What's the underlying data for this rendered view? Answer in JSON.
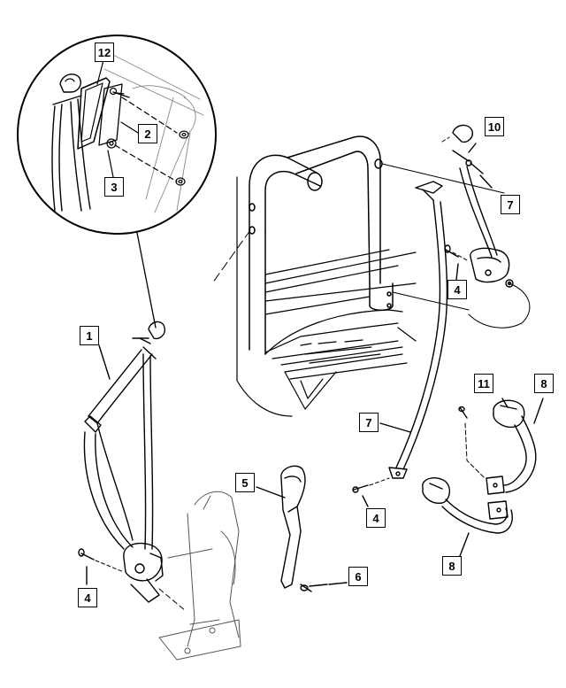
{
  "callouts": [
    {
      "id": "c12",
      "text": "12"
    },
    {
      "id": "c2",
      "text": "2"
    },
    {
      "id": "c3",
      "text": "3"
    },
    {
      "id": "c10",
      "text": "10"
    },
    {
      "id": "c7a",
      "text": "7"
    },
    {
      "id": "c4a",
      "text": "4"
    },
    {
      "id": "c1",
      "text": "1"
    },
    {
      "id": "c11",
      "text": "11"
    },
    {
      "id": "c8a",
      "text": "8"
    },
    {
      "id": "c7b",
      "text": "7"
    },
    {
      "id": "c5",
      "text": "5"
    },
    {
      "id": "c4b",
      "text": "4"
    },
    {
      "id": "c8b",
      "text": "8"
    },
    {
      "id": "c6",
      "text": "6"
    },
    {
      "id": "c4c",
      "text": "4"
    }
  ]
}
